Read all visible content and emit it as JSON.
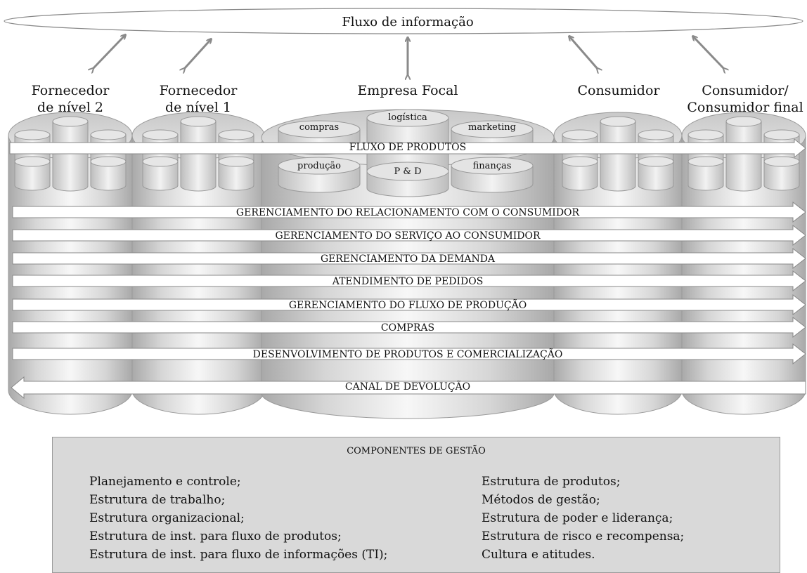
{
  "top_label": "Fluxo de informação",
  "columns": [
    {
      "lines": [
        "Fornecedor",
        "de nível 2"
      ]
    },
    {
      "lines": [
        "Fornecedor",
        "de nível 1"
      ]
    },
    {
      "lines": [
        "Empresa Focal"
      ]
    },
    {
      "lines": [
        "Consumidor"
      ]
    },
    {
      "lines": [
        "Consumidor/",
        "Consumidor final"
      ]
    }
  ],
  "departments": {
    "compras": "compras",
    "logistica": "logística",
    "marketing": "marketing",
    "producao": "produção",
    "pd": "P & D",
    "financas": "finanças"
  },
  "product_flow": "FLUXO DE PRODUTOS",
  "processes": [
    "GERENCIAMENTO DO RELACIONAMENTO COM O CONSUMIDOR",
    "GERENCIAMENTO DO SERVIÇO AO CONSUMIDOR",
    "GERENCIAMENTO DA DEMANDA",
    "ATENDIMENTO DE PEDIDOS",
    "GERENCIAMENTO DO FLUXO DE PRODUÇÃO",
    "COMPRAS",
    "DESENVOLVIMENTO DE PRODUTOS E COMERCIALIZAÇÃO"
  ],
  "return_channel": "CANAL DE DEVOLUÇÃO",
  "management": {
    "title": "COMPONENTES DE GESTÃO",
    "left": [
      "Planejamento e controle;",
      "Estrutura de trabalho;",
      "Estrutura organizacional;",
      "Estrutura de inst. para fluxo de produtos;",
      "Estrutura de inst. para fluxo de informações (TI);"
    ],
    "right": [
      "Estrutura de produtos;",
      "Métodos de gestão;",
      "Estrutura de poder e liderança;",
      "Estrutura de risco e recompensa;",
      "Cultura e atitudes."
    ]
  }
}
